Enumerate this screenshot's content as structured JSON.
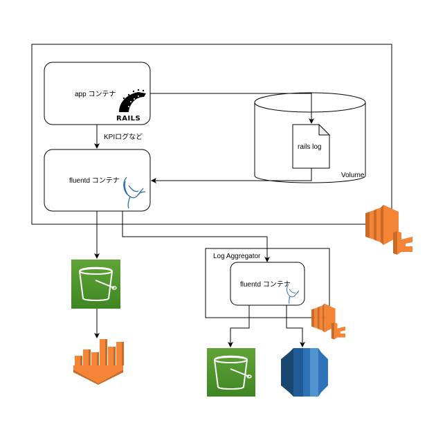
{
  "diagram": {
    "nodes": {
      "app_container": {
        "label": "app コンテナ",
        "icon": "rails-icon",
        "icon_text": "RAILS"
      },
      "fluentd_container": {
        "label": "fluentd コンテナ",
        "icon": "fluentd-bird-icon"
      },
      "volume": {
        "label": "Volume",
        "icon": "cylinder-storage"
      },
      "rails_log": {
        "label": "rails log",
        "icon": "document-icon"
      },
      "log_aggregator": {
        "label": "Log Aggregator"
      },
      "aggregator_fluentd": {
        "label": "fluentd コンテナ",
        "icon": "fluentd-bird-icon"
      },
      "ecs_main": {
        "icon": "aws-ecs-icon"
      },
      "ecs_aggregator": {
        "icon": "aws-ecs-icon"
      },
      "s3_left": {
        "icon": "aws-s3-bucket-icon"
      },
      "redshift": {
        "icon": "aws-redshift-icon"
      },
      "s3_bottom": {
        "icon": "aws-s3-bucket-icon"
      },
      "rds": {
        "icon": "aws-rds-icon"
      }
    },
    "edges": [
      {
        "from": "app_container",
        "to": "fluentd_container",
        "label": "KPIログなど"
      },
      {
        "from": "app_container",
        "to": "rails_log",
        "label": ""
      },
      {
        "from": "rails_log",
        "to": "fluentd_container",
        "label": ""
      },
      {
        "from": "fluentd_container",
        "to": "s3_left",
        "label": ""
      },
      {
        "from": "fluentd_container",
        "to": "aggregator_fluentd",
        "label": ""
      },
      {
        "from": "s3_left",
        "to": "redshift",
        "label": ""
      },
      {
        "from": "aggregator_fluentd",
        "to": "s3_bottom",
        "label": ""
      },
      {
        "from": "aggregator_fluentd",
        "to": "rds",
        "label": ""
      }
    ],
    "colors": {
      "aws_orange": "#f58536",
      "aws_orange_dark": "#9d5025",
      "s3_green": "#3f8624",
      "s3_green_light": "#60a337",
      "rds_blue": "#2e73b8",
      "rds_blue_dark": "#1a476f",
      "rds_blue_light": "#5294cf",
      "fluentd_blue": "#2a6bb0"
    }
  }
}
